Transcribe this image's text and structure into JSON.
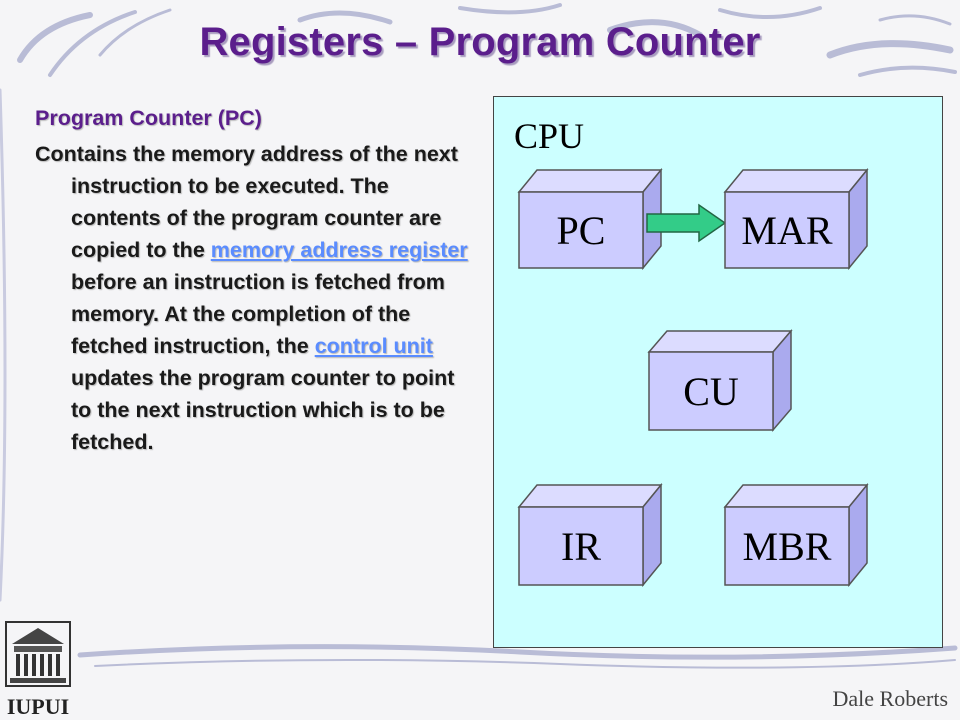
{
  "slide": {
    "title": "Registers – Program Counter",
    "subheading": "Program Counter (PC)",
    "paragraph": {
      "part1": "Contains the memory address of the next instruction to be executed. The contents of the program counter are copied to the ",
      "link1": "memory address register",
      "part2": " before an instruction is fetched from memory. At the completion of the fetched instruction, the ",
      "link2": "control unit",
      "part3": " updates the program counter to point to the next instruction which is to be fetched."
    },
    "footer_name": "Dale Roberts",
    "logo_text": "IUPUI"
  },
  "diagram": {
    "container_label": "CPU",
    "blocks": [
      "PC",
      "MAR",
      "CU",
      "IR",
      "MBR"
    ],
    "arrow": {
      "from": "PC",
      "to": "MAR"
    },
    "colors": {
      "background": "#ccffff",
      "box_front": "#ccccff",
      "box_top": "#dcdcff",
      "box_side": "#aaaaee",
      "arrow": "#33cc88"
    }
  }
}
